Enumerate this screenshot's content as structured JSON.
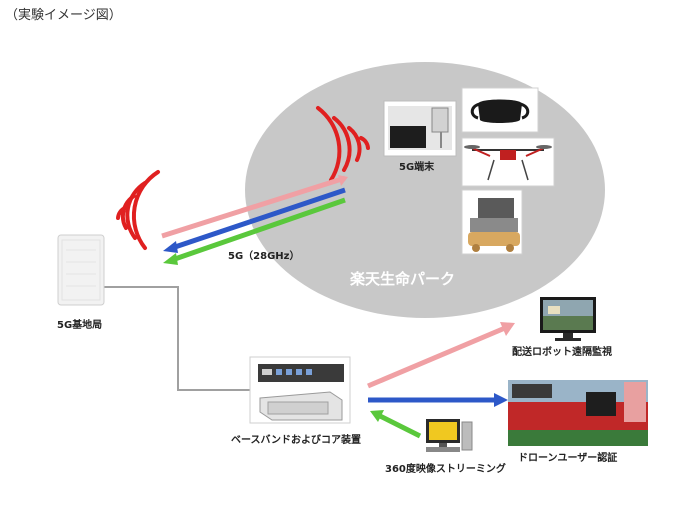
{
  "caption": "（実験イメージ図）",
  "nodes": {
    "base_station": "5G基地局",
    "terminal": "5G端末",
    "link": "5G（28GHz）",
    "park": "楽天生命パーク",
    "core": "ベースバンドおよびコア装置",
    "robot_monitor": "配送ロボット遠隔監視",
    "drone_auth": "ドローンユーザー認証",
    "streaming": "360度映像ストリーミング"
  },
  "icons": [
    "base-station-icon",
    "radio-wave-icon",
    "terminal-photo",
    "vr-headset-photo",
    "drone-photo",
    "delivery-robot-photo",
    "core-equipment-icon",
    "monitor-icon",
    "stadium-photo",
    "pc-icon"
  ],
  "colors": {
    "ellipse": "#c8c8c8",
    "waves": "#e02020",
    "arrow_pink": "#f0a0a4",
    "arrow_blue": "#2d58c8",
    "arrow_green": "#5ac83c",
    "line_gray": "#a0a0a0"
  }
}
